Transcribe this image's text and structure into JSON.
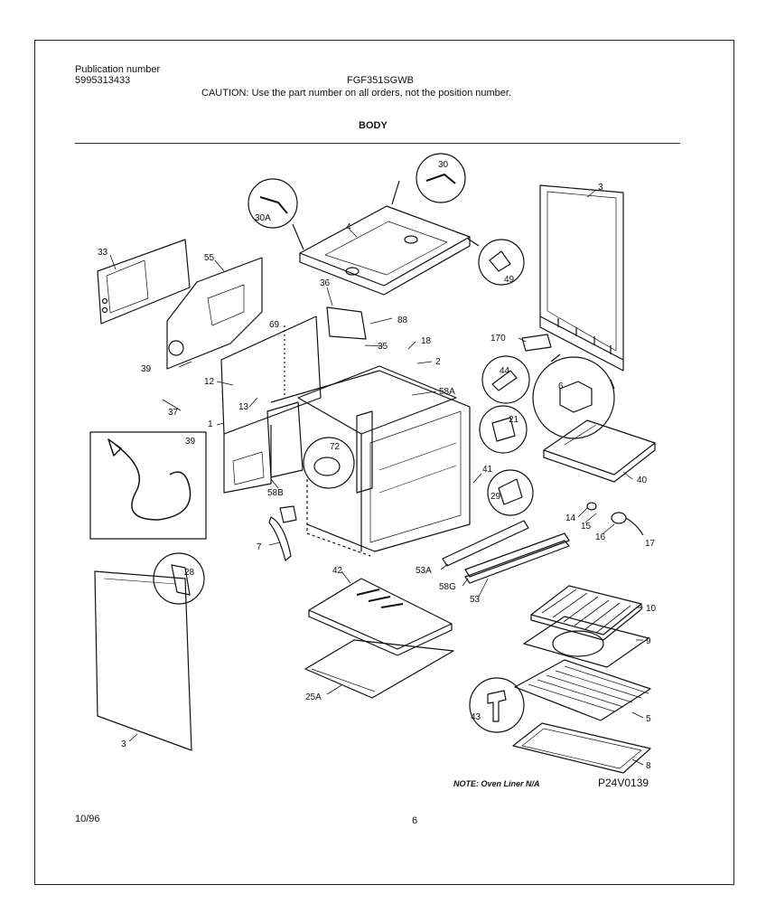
{
  "header": {
    "pub_label": "Publication number",
    "pub_number": "5995313433",
    "model": "FGF351SGWB",
    "caution": "CAUTION:  Use the part number on all orders, not the position number.",
    "section": "BODY"
  },
  "footer": {
    "date": "10/96",
    "page": "6"
  },
  "diagram": {
    "note": "NOTE: Oven Liner N/A",
    "drawing_id": "P24V0139",
    "callouts": [
      "30",
      "30A",
      "4",
      "49",
      "3",
      "33",
      "55",
      "36",
      "69",
      "88",
      "18",
      "35",
      "2",
      "170",
      "39",
      "12",
      "13",
      "44",
      "58A",
      "6",
      "21",
      "37",
      "1",
      "39",
      "72",
      "40",
      "41",
      "29",
      "58B",
      "14",
      "15",
      "16",
      "17",
      "7",
      "53A",
      "58G",
      "53",
      "42",
      "28",
      "10",
      "9",
      "5",
      "25A",
      "43",
      "8",
      "3"
    ]
  }
}
